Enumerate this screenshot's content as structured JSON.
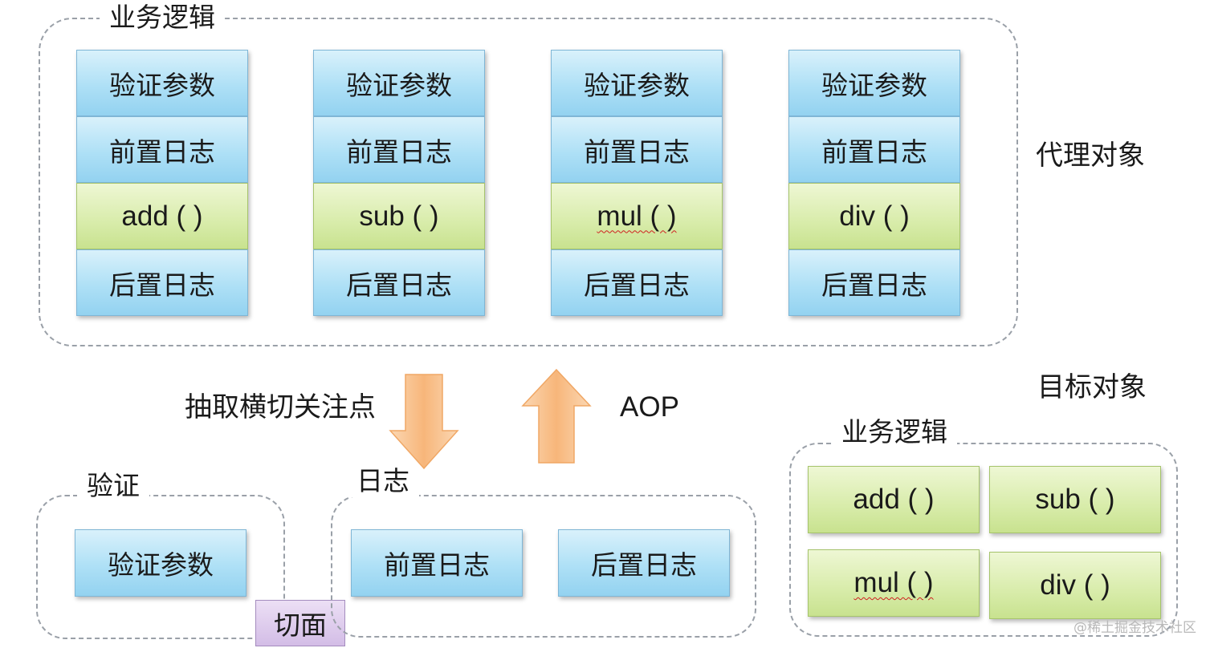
{
  "proxy": {
    "group_label": "业务逻辑",
    "side_label": "代理对象",
    "stacks": [
      {
        "validate": "验证参数",
        "before_log": "前置日志",
        "method": "add ( )",
        "after_log": "后置日志"
      },
      {
        "validate": "验证参数",
        "before_log": "前置日志",
        "method": "sub ( )",
        "after_log": "后置日志"
      },
      {
        "validate": "验证参数",
        "before_log": "前置日志",
        "method": "mul ( )",
        "after_log": "后置日志"
      },
      {
        "validate": "验证参数",
        "before_log": "前置日志",
        "method": "div ( )",
        "after_log": "后置日志"
      }
    ]
  },
  "flow": {
    "extract_label": "抽取横切关注点",
    "aop_label": "AOP"
  },
  "target": {
    "side_label": "目标对象",
    "group_label": "业务逻辑",
    "methods": [
      "add ( )",
      "sub ( )",
      "mul ( )",
      "div ( )"
    ]
  },
  "validation": {
    "group_label": "验证",
    "box": "验证参数",
    "aspect_label": "切面"
  },
  "logging": {
    "group_label": "日志",
    "before_box": "前置日志",
    "after_box": "后置日志"
  },
  "watermark": "@稀土掘金技术社区",
  "colors": {
    "box_blue": "#aee0f6",
    "box_green": "#d8ecaa",
    "aspect_purple": "#d3bde6",
    "arrow_orange": "#f7b67a",
    "dashed_border": "#9aa0a8"
  }
}
